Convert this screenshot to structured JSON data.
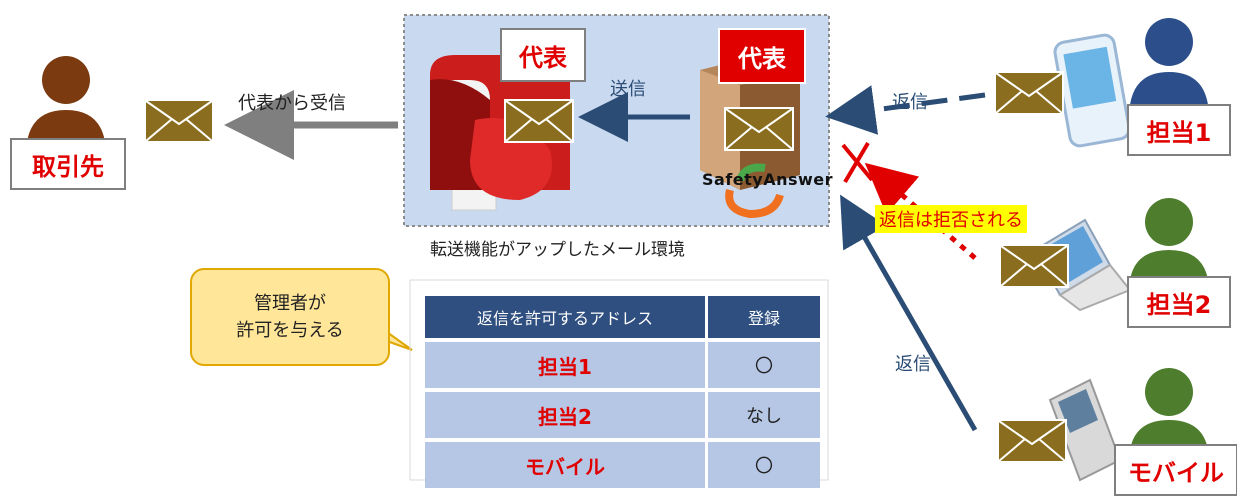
{
  "labels": {
    "client": "取引先",
    "rep_mailbox": "代表",
    "rep_server": "代表",
    "staff1": "担当1",
    "staff2": "担当2",
    "mobile": "モバイル"
  },
  "arrows": {
    "receive_from_rep": "代表から受信",
    "send": "送信",
    "reply_top": "返信",
    "reply_bottom": "返信",
    "rejected": "返信は拒否される"
  },
  "environment_caption": "転送機能がアップしたメール環境",
  "server_logo": "SafetyAnswer",
  "callout": {
    "line1": "管理者が",
    "line2": "許可を与える"
  },
  "table": {
    "headers": [
      "返信を許可するアドレス",
      "登録"
    ],
    "rows": [
      {
        "address": "担当1",
        "status": "〇"
      },
      {
        "address": "担当2",
        "status": "なし"
      },
      {
        "address": "モバイル",
        "status": "〇"
      }
    ]
  },
  "colors": {
    "accent_red": "#e00000",
    "arrow_navy": "#2a4c75",
    "arrow_gray": "#7f7f7f",
    "person_brown": "#7b3a10",
    "person_blue": "#2c4f8c",
    "person_green": "#4e7d2d",
    "envelope": "#8a6d1e",
    "table_header": "#2f4f80",
    "table_row": "#b6c7e5"
  }
}
